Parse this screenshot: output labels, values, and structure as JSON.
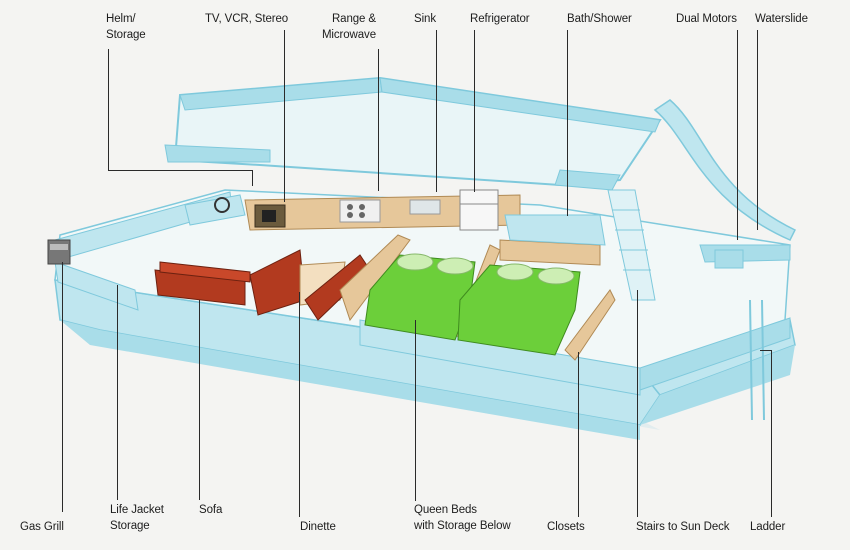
{
  "labels": {
    "helm_storage": "Helm/\nStorage",
    "tv_vcr_stereo": "TV, VCR, Stereo",
    "range_microwave": "Range &\nMicrowave",
    "sink": "Sink",
    "refrigerator": "Refrigerator",
    "bath_shower": "Bath/Shower",
    "dual_motors": "Dual Motors",
    "waterslide": "Waterslide",
    "gas_grill": "Gas Grill",
    "life_jacket_storage": "Life Jacket\nStorage",
    "sofa": "Sofa",
    "dinette": "Dinette",
    "queen_beds": "Queen Beds\nwith Storage Below",
    "closets": "Closets",
    "stairs_to_sun_deck": "Stairs to Sun Deck",
    "ladder": "Ladder"
  },
  "colors": {
    "hull": "#a9dde9",
    "hull_dark": "#7fc9dc",
    "deck": "#f2f8f8",
    "wood": "#e6c79a",
    "sofa": "#b23a1f",
    "bed": "#6ccf3a",
    "pillow": "#cdeeb4"
  }
}
